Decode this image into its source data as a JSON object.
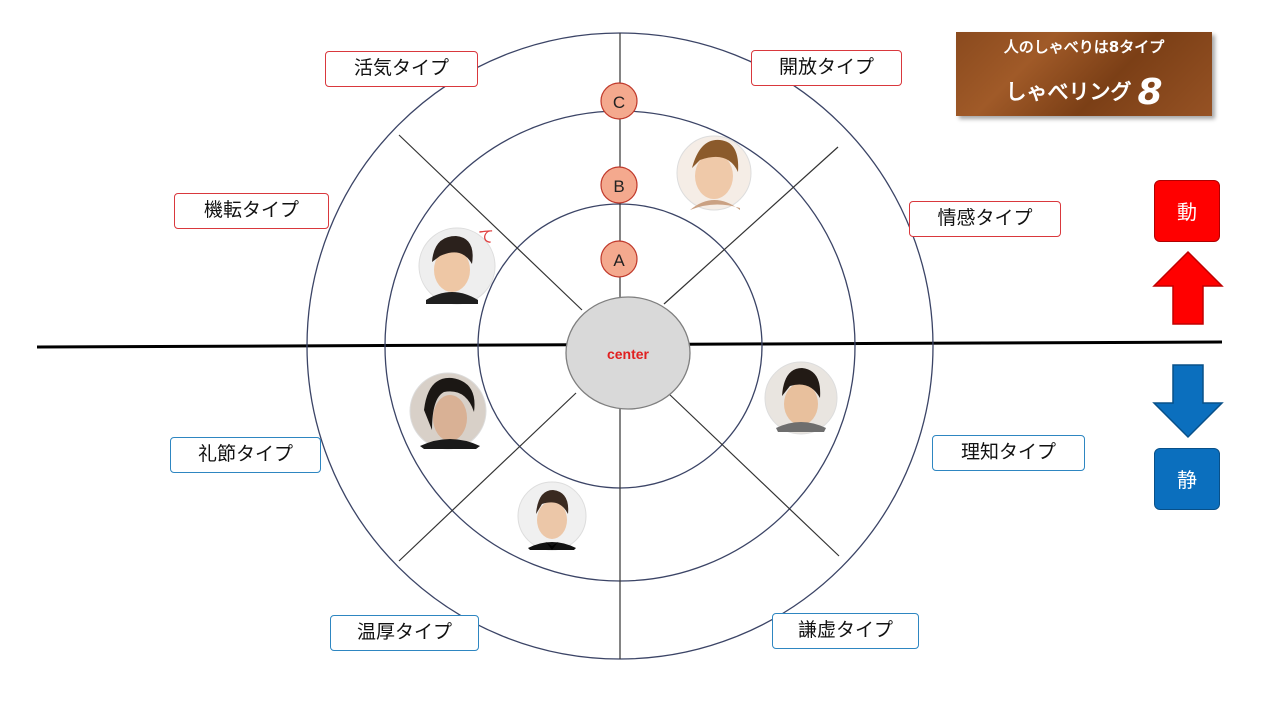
{
  "title_box": {
    "small": "人のしゃべりは8タイプ",
    "big": "しゃべリング",
    "number": "8"
  },
  "center_label": "center",
  "ring_labels": [
    "A",
    "B",
    "C"
  ],
  "type_labels": {
    "kakki": "活気タイプ",
    "kaiho": "開放タイプ",
    "kiten": "機転タイプ",
    "jokan": "情感タイプ",
    "reisetsu": "礼節タイプ",
    "richi": "理知タイプ",
    "onko": "温厚タイプ",
    "kenkyo": "謙虚タイプ"
  },
  "side": {
    "active": "動",
    "calm": "静"
  },
  "colors": {
    "active": "#ff0000",
    "calm": "#0b6fbe",
    "ring_label_fill": "#f4a98e",
    "center_text": "#e02020"
  }
}
